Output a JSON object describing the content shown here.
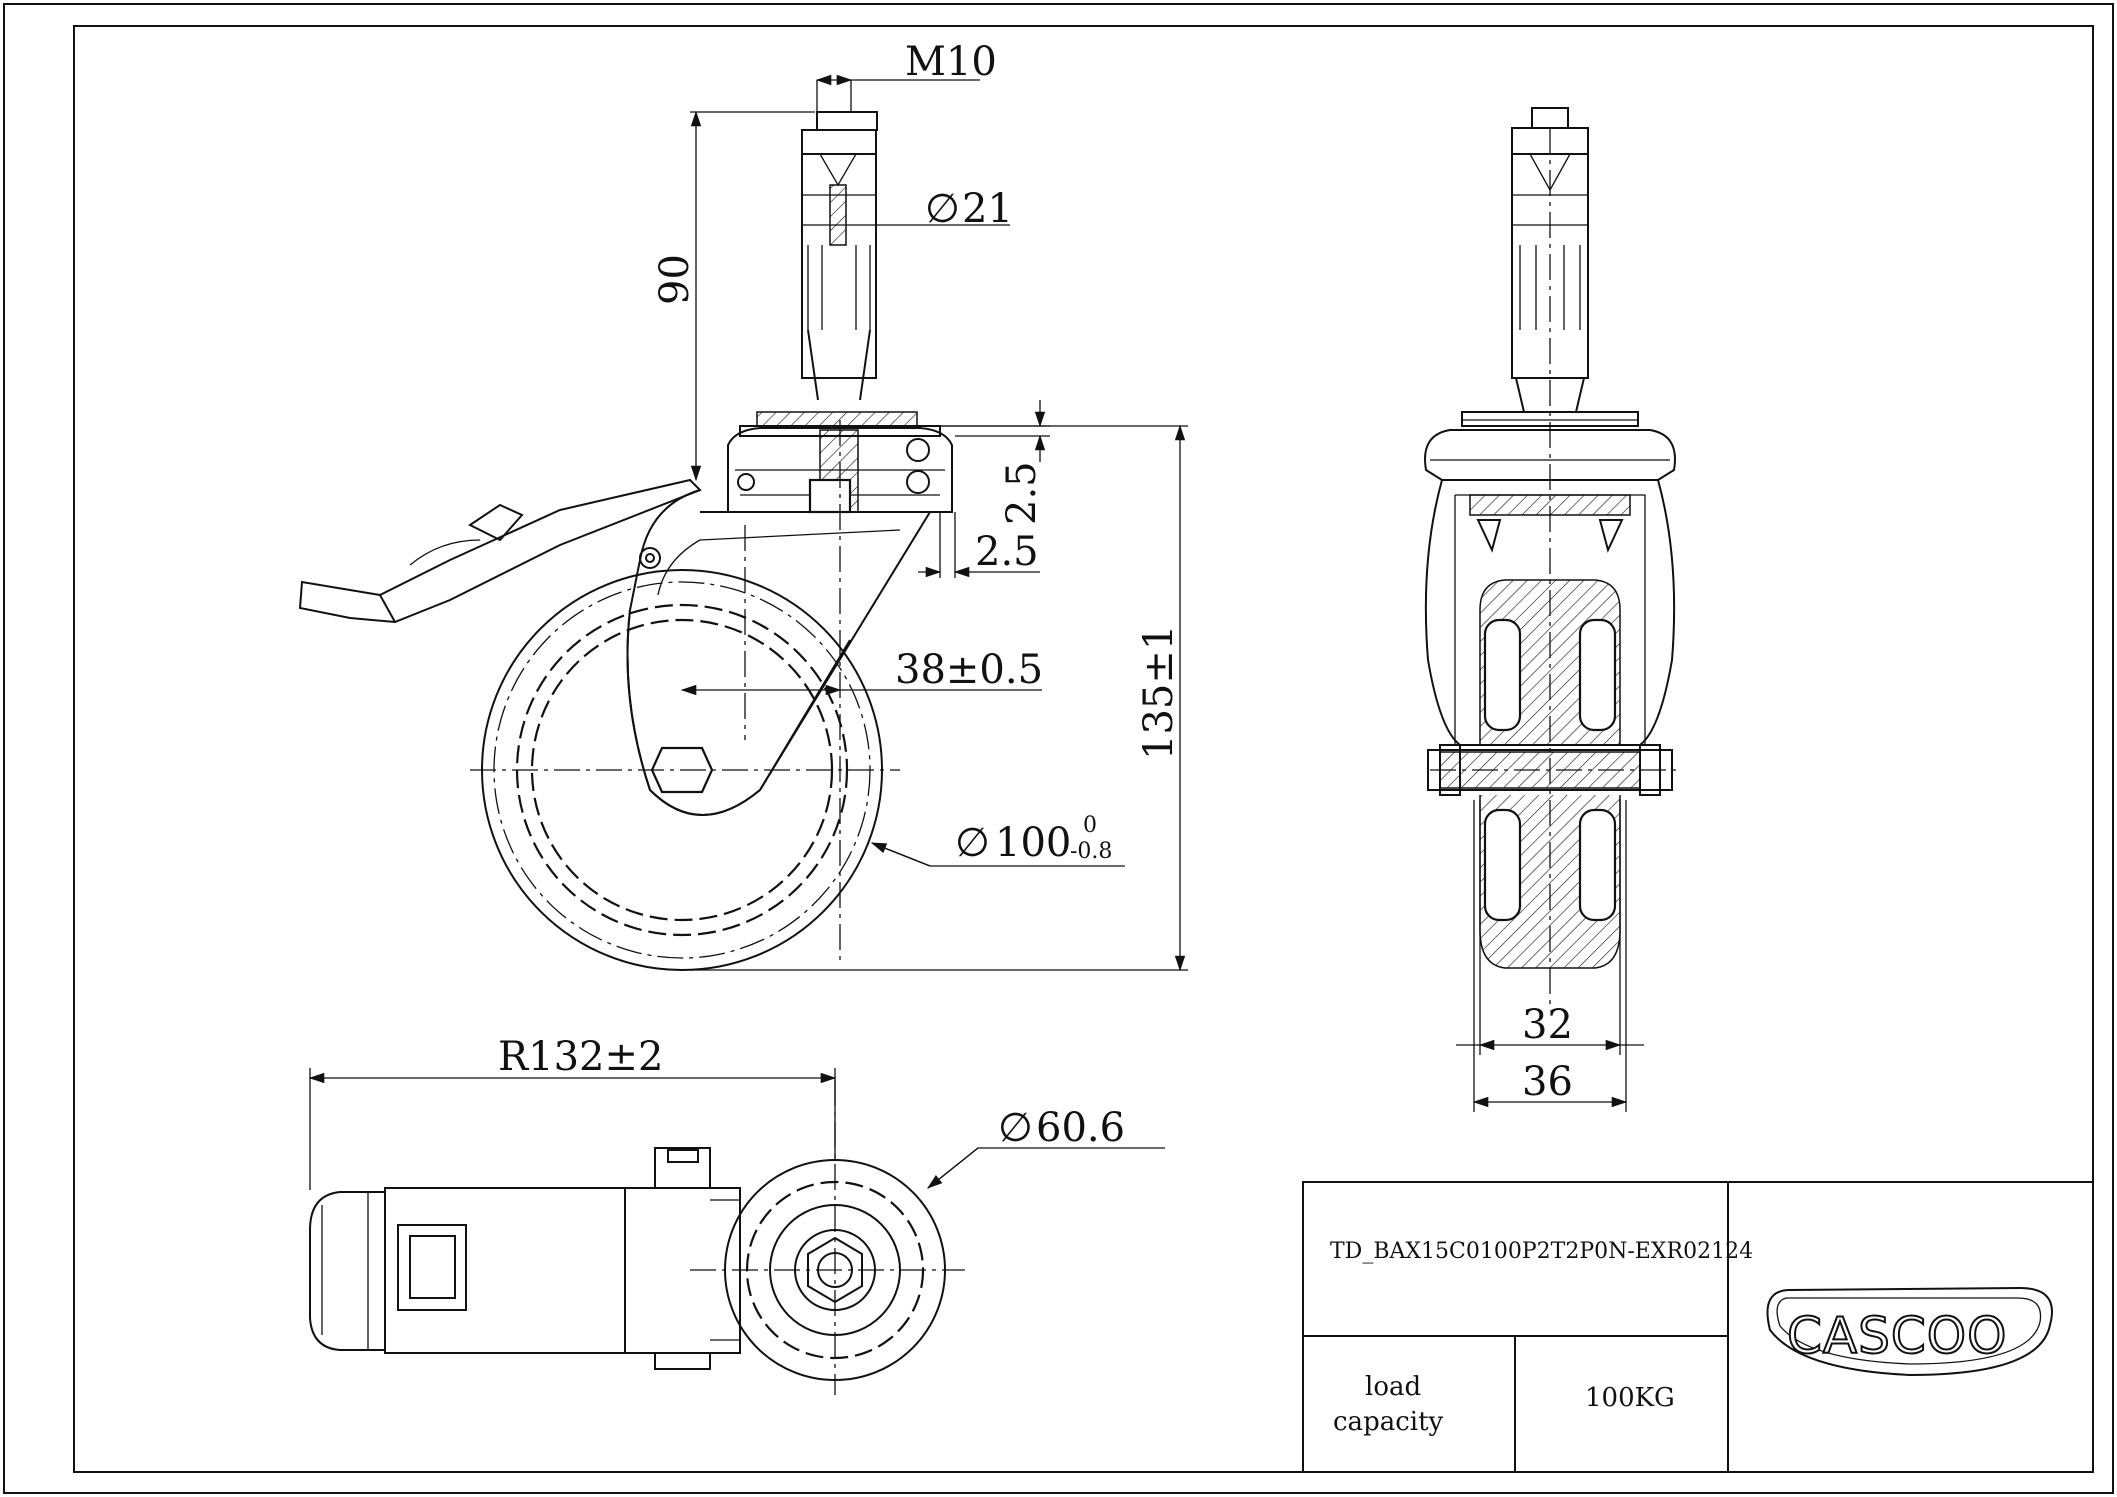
{
  "drawing": {
    "dimensions": {
      "thread": "M10",
      "stem_diameter": "21",
      "stem_height": "90",
      "plate_offset_vertical": "2.5",
      "plate_offset_horizontal": "2.5",
      "offset": "38±0.5",
      "total_height": "135±1",
      "wheel_diameter_base": "100",
      "wheel_diameter_upper_tol": "0",
      "wheel_diameter_lower_tol": "-0.8",
      "swivel_radius": "R132±2",
      "hub_diameter": "60.6",
      "tread_width": "32",
      "overall_width": "36"
    },
    "diameter_symbol": "∅",
    "title_block": {
      "part_number": "TD_BAX15C0100P2T2P0N-EXR02124",
      "load_label_line1": "load",
      "load_label_line2": "capacity",
      "load_value": "100KG",
      "logo_text": "CASCOO"
    }
  }
}
